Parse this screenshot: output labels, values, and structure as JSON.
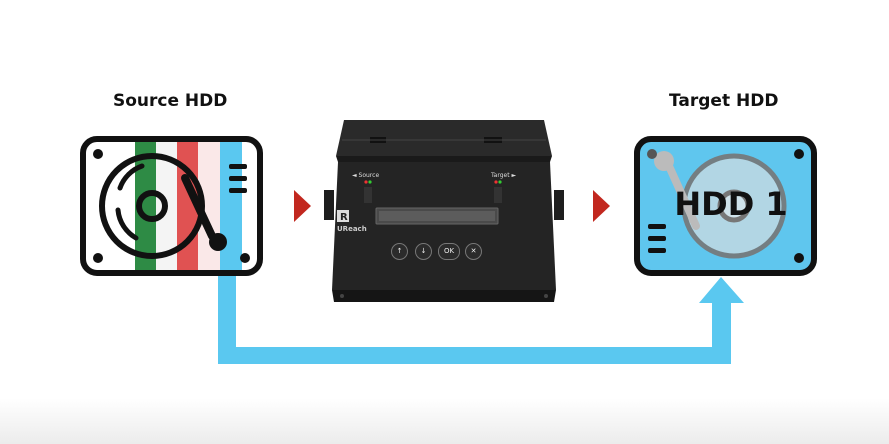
{
  "source": {
    "title": "Source HDD"
  },
  "target": {
    "title": "Target HDD",
    "disk_label": "HDD 1"
  },
  "device": {
    "brand": "UReach",
    "source_label": "◄ Source",
    "target_label": "Target ►",
    "buttons": [
      "↑",
      "↓",
      "OK",
      "✕"
    ]
  },
  "colors": {
    "frame": "#111111",
    "target_fill": "#5fc6ee",
    "flow_arrow": "#5ac8f0",
    "step_arrow": "#c2281f",
    "stripe_green": "#2e8b45",
    "stripe_white": "#f4f4f4",
    "stripe_red": "#e05252",
    "stripe_blue": "#5ac8f0"
  }
}
